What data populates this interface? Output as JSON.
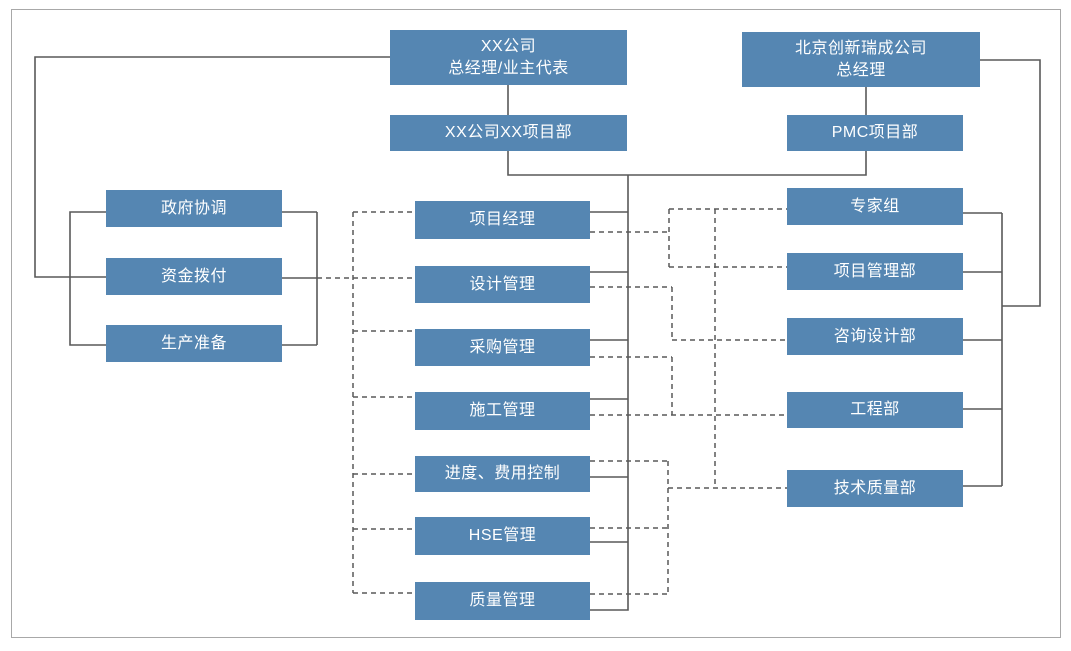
{
  "colors": {
    "box_fill": "#5586b2",
    "box_text": "#ffffff",
    "line_color": "#595959",
    "frame_border": "#a8a8a8"
  },
  "nodes": {
    "owner_gm": {
      "label": "XX公司\n总经理/业主代表"
    },
    "owner_project_dept": {
      "label": "XX公司XX项目部"
    },
    "pmc_company_gm": {
      "label": "北京创新瑞成公司\n总经理"
    },
    "pmc_project_dept": {
      "label": "PMC项目部"
    },
    "gov_coordination": {
      "label": "政府协调"
    },
    "fund_allocation": {
      "label": "资金拨付"
    },
    "production_prep": {
      "label": "生产准备"
    },
    "project_manager": {
      "label": "项目经理"
    },
    "design_mgmt": {
      "label": "设计管理"
    },
    "procurement_mgmt": {
      "label": "采购管理"
    },
    "construction_mgmt": {
      "label": "施工管理"
    },
    "schedule_cost_ctrl": {
      "label": "进度、费用控制"
    },
    "hse_mgmt": {
      "label": "HSE管理"
    },
    "quality_mgmt": {
      "label": "质量管理"
    },
    "expert_group": {
      "label": "专家组"
    },
    "project_mgmt_dept": {
      "label": "项目管理部"
    },
    "consult_design_dept": {
      "label": "咨询设计部"
    },
    "engineering_dept": {
      "label": "工程部"
    },
    "tech_quality_dept": {
      "label": "技术质量部"
    }
  }
}
